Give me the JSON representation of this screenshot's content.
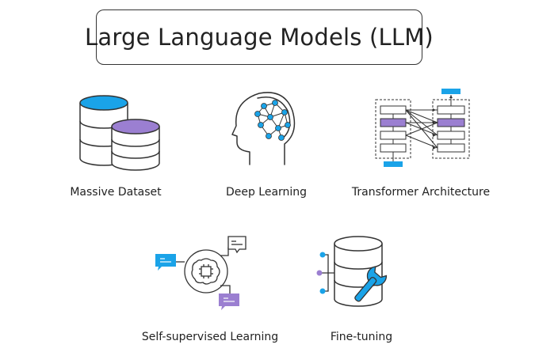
{
  "title": "Large Language Models (LLM)",
  "concepts": [
    {
      "id": "massive-dataset",
      "label": "Massive Dataset",
      "icon": "database-icon"
    },
    {
      "id": "deep-learning",
      "label": "Deep Learning",
      "icon": "neural-head-icon"
    },
    {
      "id": "transformer-architecture",
      "label": "Transformer Architecture",
      "icon": "transformer-icon"
    },
    {
      "id": "self-supervised-learning",
      "label": "Self-supervised Learning",
      "icon": "brain-chat-icon"
    },
    {
      "id": "fine-tuning",
      "label": "Fine-tuning",
      "icon": "database-wrench-icon"
    }
  ],
  "colors": {
    "accent_blue": "#1aa3e8",
    "accent_purple": "#9b7fd1",
    "stroke": "#333333"
  }
}
